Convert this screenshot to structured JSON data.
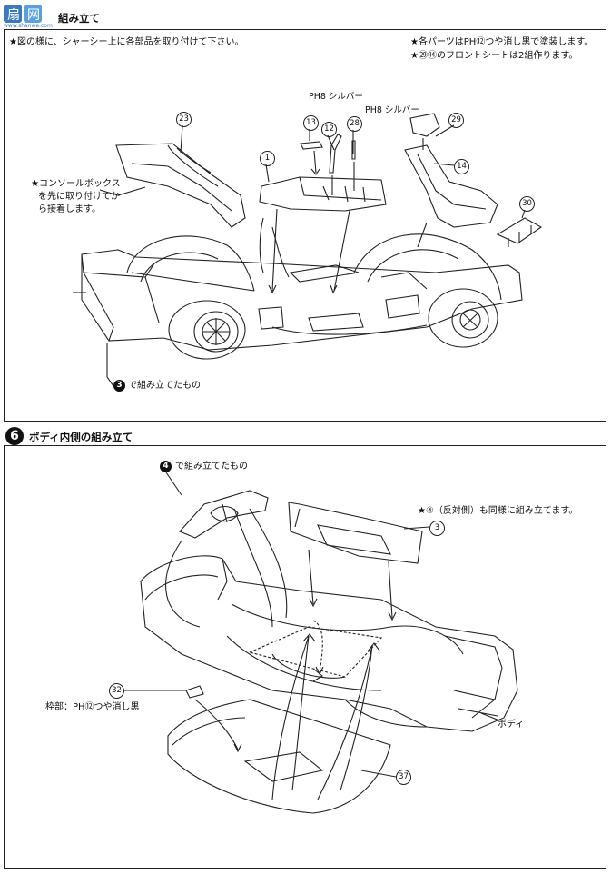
{
  "step5": {
    "heading": "組み立て",
    "note_left": "★図の様に、シャーシー上に各部品を取り付けて下さい。",
    "note_right_1": "★各パーツはPH⑫つや消し黒で塗装します。",
    "note_right_2": "★㉙⑭のフロントシートは2組作ります。",
    "console_note": [
      "★コンソールボックス",
      "を先に取り付けてか",
      "ら接着します。"
    ],
    "paint_a": "PH8 シルバー",
    "paint_b": "PH8 シルバー",
    "callouts": [
      "23",
      "13",
      "12",
      "28",
      "1",
      "29",
      "14",
      "30"
    ],
    "assembled_num": "3",
    "assembled_label": "で組み立てたもの"
  },
  "step6": {
    "number": "6",
    "heading": "ボディ内側の組み立て",
    "assembled_num": "4",
    "assembled_label": "で組み立てたもの",
    "note_right": "★④（反対側）も同様に組み立てます。",
    "callout_3": "3",
    "callout_32": "32",
    "callout_37": "37",
    "frame_label": "枠部：PH⑫つや消し黒",
    "body_label": "ボディ"
  },
  "watermark": {
    "text": "www.shanwa.com"
  }
}
